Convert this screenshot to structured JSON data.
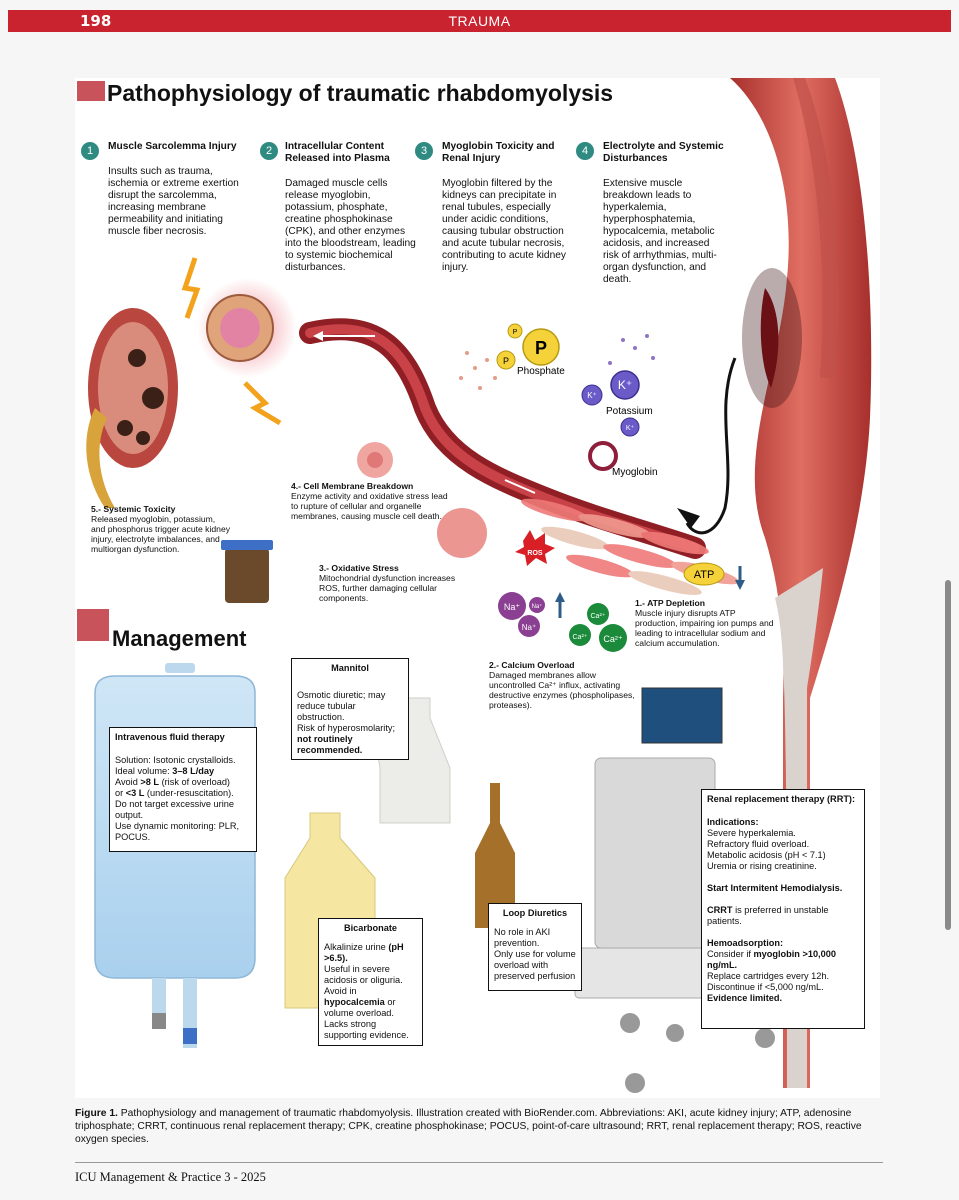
{
  "header": {
    "page_number": "198",
    "section": "TRAUMA"
  },
  "figure": {
    "title": "Pathophysiology of traumatic rhabdomyolysis",
    "steps": [
      {
        "num": "1",
        "title": "Muscle Sarcolemma Injury",
        "text": "Insults such as trauma, ischemia or extreme exertion disrupt the sarcolemma, increasing membrane permeability and initiating muscle fiber necrosis."
      },
      {
        "num": "2",
        "title": "Intracellular Content Released into Plasma",
        "text": "Damaged muscle cells release myoglobin, potassium, phosphate, creatine phosphokinase (CPK), and other enzymes into the bloodstream, leading to systemic biochemical disturbances."
      },
      {
        "num": "3",
        "title": "Myoglobin Toxicity and Renal Injury",
        "text": "Myoglobin filtered by the kidneys can precipitate in renal tubules, especially under acidic conditions, causing tubular obstruction and acute tubular necrosis, contributing to acute kidney injury."
      },
      {
        "num": "4",
        "title": "Electrolyte and Systemic Disturbances",
        "text": "Extensive muscle breakdown leads to hyperkalemia, hyperphosphatemia, hypocalcemia, metabolic acidosis, and increased risk of arrhythmias, multi-organ dysfunction, and death."
      }
    ],
    "molecules": {
      "phosphate": "Phosphate",
      "potassium": "Potassium",
      "myoglobin": "Myoglobin",
      "p": "P",
      "k": "K⁺",
      "na": "Na⁺",
      "ca": "Ca²⁺",
      "ros": "ROS",
      "atp": "ATP"
    },
    "labels": {
      "systemic_toxicity": {
        "title": "5.- Systemic Toxicity",
        "text": "Released myoglobin, potassium, and phosphorus trigger acute kidney injury, electrolyte imbalances, and multiorgan dysfunction."
      },
      "cell_membrane": {
        "title": "4.- Cell Membrane Breakdown",
        "text": "Enzyme activity and oxidative stress lead to rupture of cellular and organelle membranes, causing muscle cell death."
      },
      "oxidative": {
        "title": "3.- Oxidative Stress",
        "text": "Mitochondrial dysfunction increases ROS, further damaging cellular components."
      },
      "atp_depletion": {
        "title": "1.- ATP Depletion",
        "text": "Muscle injury disrupts ATP production, impairing ion pumps and leading to intracellular sodium and calcium accumulation."
      },
      "calcium": {
        "title": "2.- Calcium Overload",
        "text": "Damaged membranes allow uncontrolled Ca²⁺ influx, activating destructive enzymes (phospholipases, proteases)."
      }
    },
    "management_title": "Management",
    "mannitol": {
      "title": "Mannitol",
      "l1": "Osmotic diuretic; may reduce tubular obstruction.",
      "l2": "Risk of hyperosmolarity; ",
      "l2b": "not routinely recommended."
    },
    "iv": {
      "title": "Intravenous fluid therapy",
      "l1": "Solution: Isotonic crystalloids.",
      "l2a": "Ideal volume: ",
      "l2b": "3–8 L/day",
      "l3a": "Avoid ",
      "l3b": ">8 L",
      "l3c": " (risk of overload)",
      "l4a": "or ",
      "l4b": "<3 L",
      "l4c": " (under-resuscitation).",
      "l5": "Do not target excessive urine output.",
      "l6": "Use dynamic monitoring: PLR, POCUS."
    },
    "bicarbonate": {
      "title": "Bicarbonate",
      "l1a": "Alkalinize urine ",
      "l1b": "(pH >6.5).",
      "l2": "Useful in severe acidosis or oliguria.",
      "l3a": "Avoid in ",
      "l3b": "hypocalcemia",
      "l3c": " or volume overload.",
      "l4": "Lacks strong supporting evidence."
    },
    "loop": {
      "title": "Loop Diuretics",
      "l1": "No role in AKI prevention.",
      "l2": "Only use for volume overload with preserved perfusion"
    },
    "rrt": {
      "title": "Renal replacement therapy (RRT):",
      "ind_title": "Indications:",
      "ind": [
        "Severe hyperkalemia.",
        "Refractory fluid overload.",
        "Metabolic acidosis (pH < 7.1)",
        "Uremia or rising creatinine."
      ],
      "start": "Start Intermitent Hemodialysis.",
      "crrt_a": "CRRT",
      "crrt_b": " is preferred in unstable patients.",
      "hemo_title": "Hemoadsorption:",
      "hemo1a": "Consider if ",
      "hemo1b": "myoglobin >10,000 ng/mL.",
      "hemo2": "Replace cartridges every 12h.",
      "hemo3": "Discontinue if <5,000 ng/mL.",
      "hemo4": "Evidence limited."
    }
  },
  "caption": {
    "label": "Figure 1.",
    "text": " Pathophysiology and management of traumatic rhabdomyolysis. Illustration created with BioRender.com. Abbreviations: AKI, acute kidney injury; ATP, adenosine triphosphate; CRRT, continuous renal replacement therapy; CPK, creatine phosphokinase; POCUS, point-of-care ultrasound; RRT, renal replacement therapy; ROS, reactive oxygen species."
  },
  "footer": "ICU Management & Practice 3 - 2025",
  "colors": {
    "brand_red": "#c92330",
    "teal": "#2f8a82",
    "muscle": "#c9443f",
    "vessel": "#8f1f24"
  }
}
